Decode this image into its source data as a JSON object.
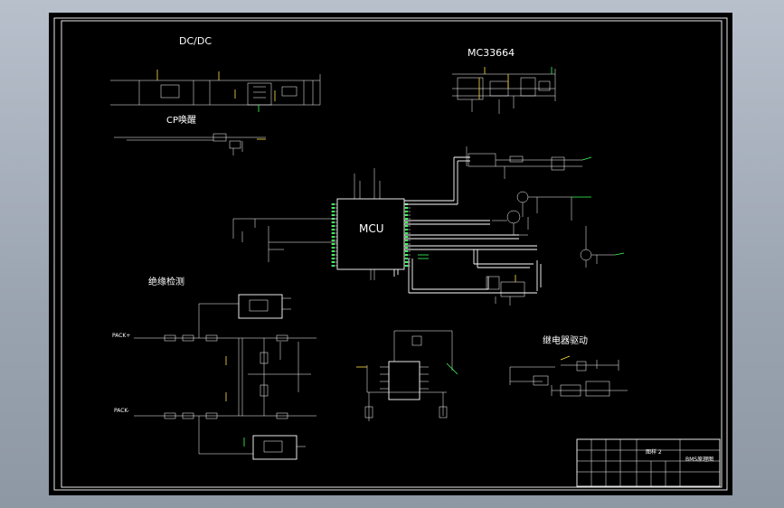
{
  "colors": {
    "viewport_background": "#a4acb8",
    "sheet_background": "#000000",
    "line": "#ffffff",
    "accent_yellow": "#ffe24a",
    "accent_green": "#3cff5a"
  },
  "labels": {
    "dcdc": "DC/DC",
    "mc33664": "MC33664",
    "cp_wake": "CP唤醒",
    "mcu": "MCU",
    "insulation": "绝缘检测",
    "relay_drive": "继电器驱动",
    "pack_pos": "PACK+",
    "pack_neg": "PACK-"
  },
  "title_block": {
    "drawing_title": "BMS原理图",
    "sheet_no": "图样 2"
  }
}
